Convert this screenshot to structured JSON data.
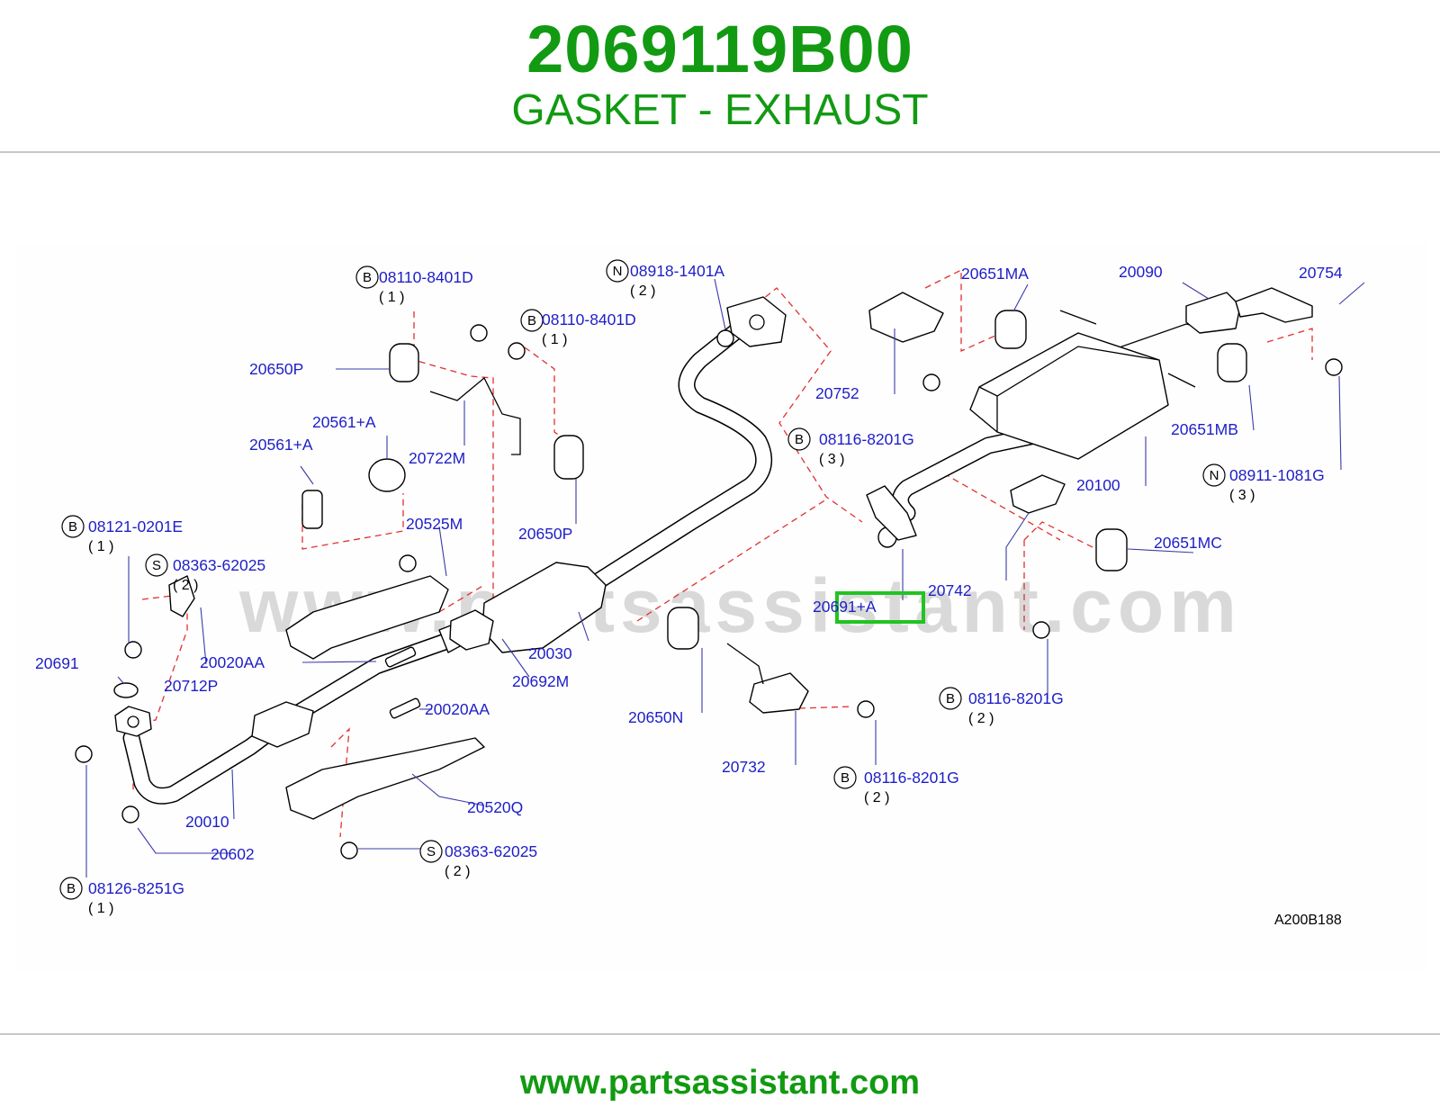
{
  "header": {
    "part_number": "2069119B00",
    "part_name": "GASKET - EXHAUST"
  },
  "diagram": {
    "watermark": "www.partsassistant.com",
    "code": "A200B188",
    "highlight_color": "#22c322",
    "labels": {
      "l_08110_a": "08110-8401D",
      "l_08110_b": "08110-8401D",
      "l_08918": "08918-1401A",
      "l_20650p_a": "20650P",
      "l_20561_a": "20561+A",
      "l_20561_b": "20561+A",
      "l_20722m": "20722M",
      "l_20650p_b": "20650P",
      "l_08121": "08121-0201E",
      "l_08363_a": "08363-62025",
      "l_20525m": "20525M",
      "l_20691": "20691",
      "l_20712p": "20712P",
      "l_20020aa_a": "20020AA",
      "l_20030": "20030",
      "l_20692m": "20692M",
      "l_20020aa_b": "20020AA",
      "l_20010": "20010",
      "l_20602": "20602",
      "l_20520q": "20520Q",
      "l_08363_b": "08363-62025",
      "l_08126": "08126-8251G",
      "l_20650n": "20650N",
      "l_20732": "20732",
      "l_08116_a": "08116-8201G",
      "l_20752": "20752",
      "l_20651ma": "20651MA",
      "l_20090": "20090",
      "l_20754": "20754",
      "l_08116_b": "08116-8201G",
      "l_20100": "20100",
      "l_20651mb": "20651MB",
      "l_08911": "08911-1081G",
      "l_20651mc": "20651MC",
      "l_20742": "20742",
      "l_20691a": "20691+A",
      "l_08116_c": "08116-8201G"
    },
    "quantities": {
      "q_08110_a": "( 1 )",
      "q_08110_b": "( 1 )",
      "q_08918": "( 2 )",
      "q_08121": "( 1 )",
      "q_08363_a": "( 2 )",
      "q_08363_b": "( 2 )",
      "q_08126": "( 1 )",
      "q_08116_a": "( 2 )",
      "q_08116_b": "( 3 )",
      "q_08911": "( 3 )",
      "q_08116_c": "( 2 )"
    },
    "badges": {
      "b1": "B",
      "b2": "B",
      "n1": "N",
      "b3": "B",
      "s1": "S",
      "s2": "S",
      "b4": "B",
      "b5": "B",
      "b6": "B",
      "n2": "N",
      "b7": "B"
    }
  },
  "footer": {
    "url": "www.partsassistant.com"
  }
}
